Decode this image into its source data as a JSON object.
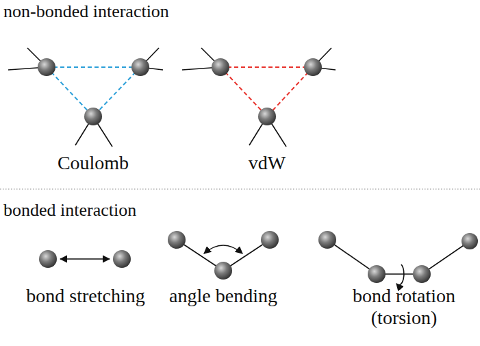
{
  "diagram": {
    "labels": [
      "non-bonded interaction",
      "Coulomb",
      "vdW",
      "bonded interaction",
      "bond stretching",
      "angle bending",
      "bond rotation (torsion)"
    ]
  }
}
